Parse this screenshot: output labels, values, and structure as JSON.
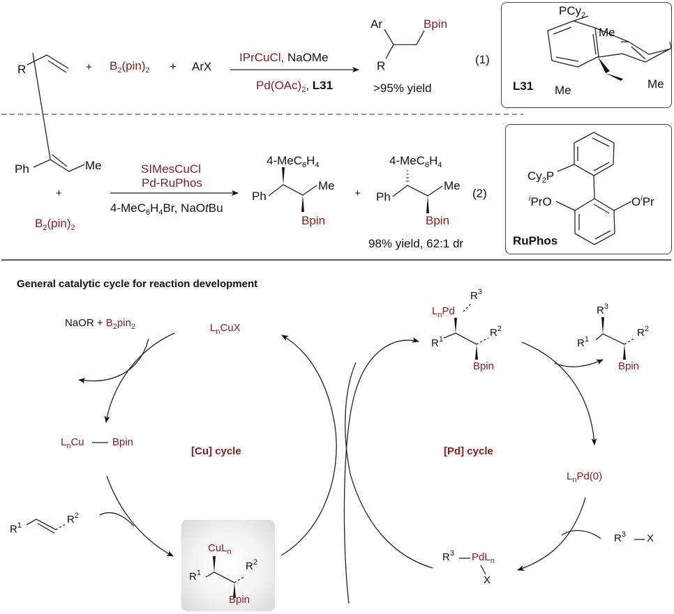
{
  "colors": {
    "accent": "#8b1a1a",
    "text": "#111111",
    "line": "#222222"
  },
  "eq1": {
    "reactant_R": "R",
    "plus1": "+",
    "b2pin2": "B",
    "b2pin2_sub1": "2",
    "b2pin2_mid": "(pin)",
    "b2pin2_sub2": "2",
    "plus2": "+",
    "arx": "ArX",
    "cond_top_red": "IPrCuCl,",
    "cond_top_black": " NaOMe",
    "cond_bottom_red": "Pd(OAc)",
    "cond_bottom_sub": "2",
    "cond_bottom_comma": ", ",
    "cond_bottom_bold": "L31",
    "product_Ar": "Ar",
    "product_Bpin": "Bpin",
    "product_R": "R",
    "yield": ">95% yield",
    "label": "(1)"
  },
  "ligand_L31": {
    "name": "L31",
    "PCy": "PCy",
    "PCy_sub": "2",
    "me_top": "Me",
    "me_right": "Me",
    "me_bottom": "Me"
  },
  "eq2": {
    "Ph": "Ph",
    "Me": "Me",
    "plus": "+",
    "b2pin2": "B",
    "b2pin2_sub1": "2",
    "b2pin2_mid": "(pin)",
    "b2pin2_sub2": "2",
    "cond_line1": "SIMesCuCl",
    "cond_line2": "Pd-RuPhos",
    "cond_bottom_a": "4-MeC",
    "cond_bottom_sub1": "6",
    "cond_bottom_b": "H",
    "cond_bottom_sub2": "4",
    "cond_bottom_c": "Br, NaO",
    "cond_bottom_italic": "t",
    "cond_bottom_d": "Bu",
    "prod1": {
      "aryl_a": "4-MeC",
      "aryl_sub1": "6",
      "aryl_b": "H",
      "aryl_sub2": "4",
      "Ph": "Ph",
      "Me": "Me",
      "Bpin": "Bpin"
    },
    "plus_products": "+",
    "prod2": {
      "aryl_a": "4-MeC",
      "aryl_sub1": "6",
      "aryl_b": "H",
      "aryl_sub2": "4",
      "Ph": "Ph",
      "Me": "Me",
      "Bpin": "Bpin"
    },
    "yield": "98% yield, 62:1 dr",
    "label": "(2)"
  },
  "ligand_RuPhos": {
    "name": "RuPhos",
    "Cy": "Cy",
    "Cy_sub": "2",
    "P": "P",
    "left_i": "i",
    "left_PrO": "PrO",
    "right_O": "O",
    "right_i": "i",
    "right_Pr": "Pr"
  },
  "cycle": {
    "title": "General catalytic cycle for reaction development",
    "naor": "NaOR + ",
    "b2pin2_a": "B",
    "b2pin2_sub1": "2",
    "b2pin2_b": "pin",
    "b2pin2_sub2": "2",
    "lncux_L": "L",
    "lncux_n": "n",
    "lncux_rest": "CuX",
    "lncubpin_L": "L",
    "lncubpin_n": "n",
    "lncubpin_rest": "Cu",
    "lncubpin_bpin": "Bpin",
    "cu_cycle": "[Cu] cycle",
    "pd_cycle": "[Pd] cycle",
    "alkene_R1": "R",
    "alkene_R1_sup": "1",
    "alkene_R2": "R",
    "alkene_R2_sup": "2",
    "cu_int": {
      "CuL": "CuL",
      "n": "n",
      "R1": "R",
      "R1_sup": "1",
      "R2": "R",
      "R2_sup": "2",
      "Bpin": "Bpin"
    },
    "pd_int": {
      "L": "L",
      "n": "n",
      "Pd": "Pd",
      "R3": "R",
      "R3_sup": "3",
      "R1": "R",
      "R1_sup": "1",
      "R2": "R",
      "R2_sup": "2",
      "Bpin": "Bpin"
    },
    "product": {
      "R3": "R",
      "R3_sup": "3",
      "R1": "R",
      "R1_sup": "1",
      "R2": "R",
      "R2_sup": "2",
      "Bpin": "Bpin"
    },
    "pd0_L": "L",
    "pd0_n": "n",
    "pd0_rest": "Pd(0)",
    "r3x_R": "R",
    "r3x_sup": "3",
    "r3x_X": "X",
    "oa": {
      "R": "R",
      "R_sup": "3",
      "Pd": "PdL",
      "n": "n",
      "X": "X"
    }
  }
}
